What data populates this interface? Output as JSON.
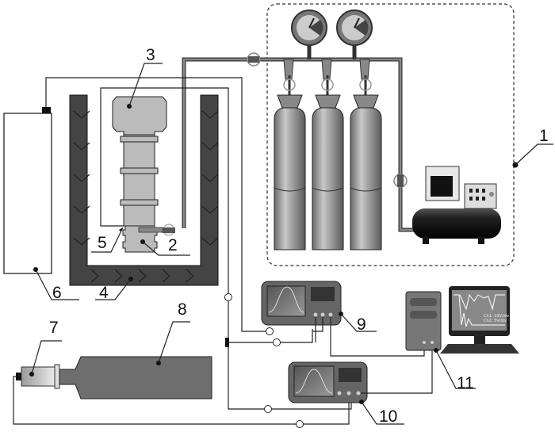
{
  "labels": {
    "l1": "1",
    "l2": "2",
    "l3": "3",
    "l4": "4",
    "l5": "5",
    "l6": "6",
    "l7": "7",
    "l8": "8",
    "l9": "9",
    "l10": "10",
    "l11": "11"
  },
  "monitor": {
    "ch1": "Ch1: 10V/div",
    "ch2": "Ch2: 5V/div"
  },
  "colors": {
    "furnace": "#444444",
    "tube": "#bcbcbc",
    "bar": "#6e6e6e",
    "cylinder": "#8a8a8a",
    "scope_body": "#6a6a6a"
  }
}
